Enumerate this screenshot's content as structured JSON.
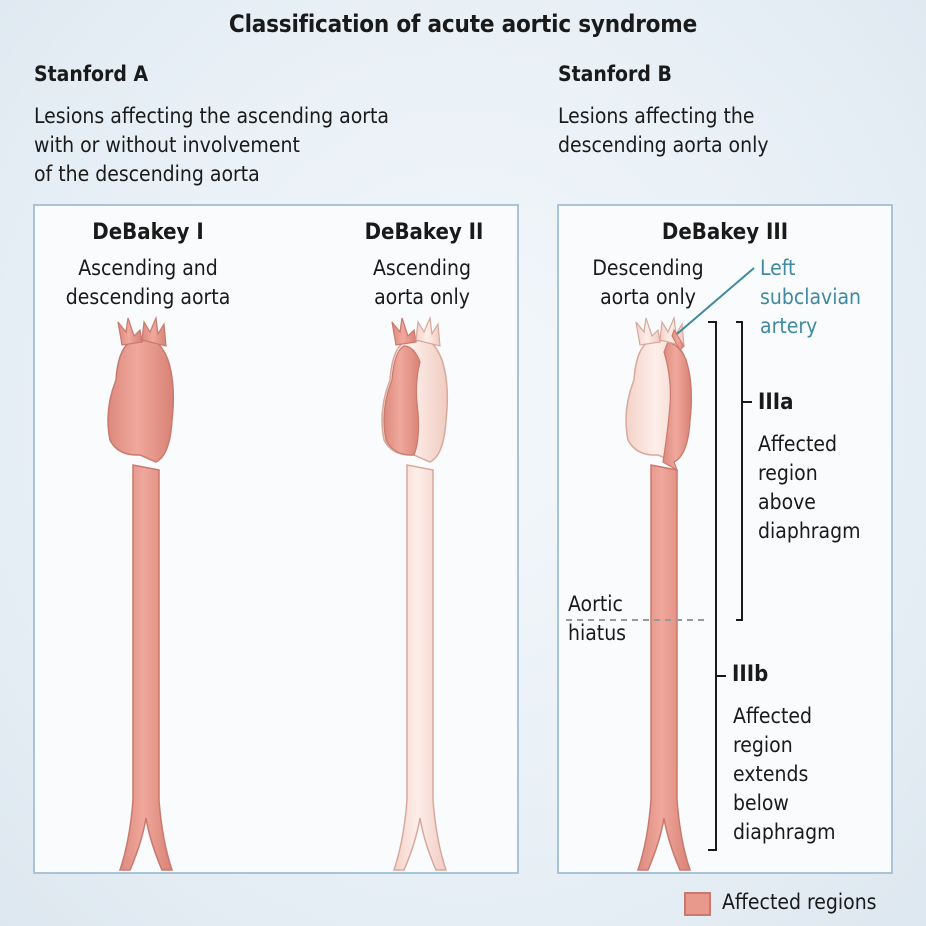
{
  "title": "Classification of acute aortic syndrome",
  "stanford_a": {
    "heading": "Stanford A",
    "description": "Lesions affecting the ascending aorta\nwith or without involvement\nof the descending aorta",
    "debakey_1": {
      "heading": "DeBakey I",
      "description": "Ascending and\ndescending aorta"
    },
    "debakey_2": {
      "heading": "DeBakey II",
      "description": "Ascending\naorta only"
    }
  },
  "stanford_b": {
    "heading": "Stanford B",
    "description": "Lesions affecting the\ndescending aorta only",
    "debakey_3": {
      "heading": "DeBakey III",
      "description": "Descending\naorta only",
      "left_subclavian_label": "Left\nsubclavian\nartery",
      "aortic_hiatus_label": "Aortic\nhiatus",
      "iiia": {
        "heading": "IIIa",
        "description": "Affected\nregion\nabove\ndiaphragm"
      },
      "iiib": {
        "heading": "IIIb",
        "description": "Affected\nregion\nextends\nbelow\ndiaphragm"
      }
    }
  },
  "legend": {
    "label": "Affected regions"
  },
  "colors": {
    "affected": "#e8998c",
    "affected_stroke": "#c9796d",
    "unaffected": "#fbe6df",
    "annotation": "#3f8aa0",
    "panel_border": "#a8c4d8"
  }
}
